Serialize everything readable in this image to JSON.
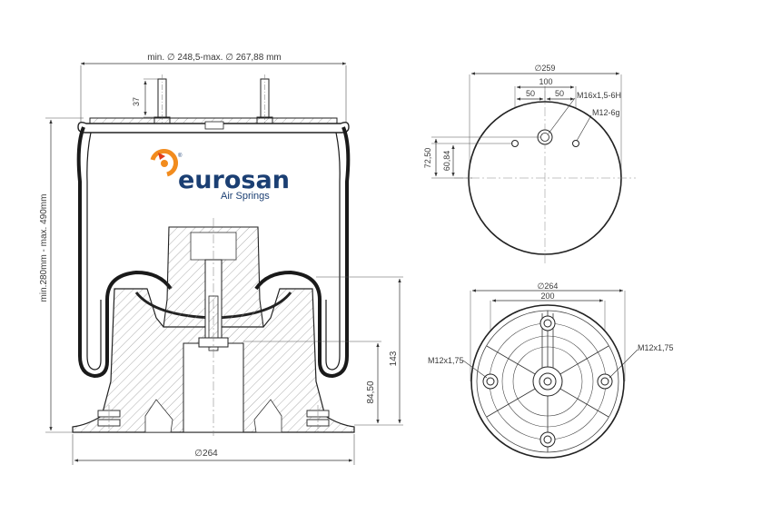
{
  "brand": {
    "name": "eurosan",
    "tagline": "Air Springs",
    "registered": "®",
    "accent": "#f28c1e",
    "primary": "#1b3f73"
  },
  "side_view": {
    "top_diameter": "min. ∅ 248,5-max. ∅ 267,88 mm",
    "stud_height": "37",
    "height_range": "min.280mm - max. 490mm",
    "piston_height": "143",
    "base_height": "84,50",
    "base_diameter": "∅264"
  },
  "top_view": {
    "diameter": "∅259",
    "spacing_total": "100",
    "spacing_left": "50",
    "spacing_right": "50",
    "thread_center": "M16x1,5-6H",
    "thread_side": "M12-6g",
    "offset_outer": "72,50",
    "offset_inner": "60,84"
  },
  "bottom_view": {
    "diameter": "∅264",
    "bolt_spacing": "200",
    "thread_left": "M12x1,75",
    "thread_right": "M12x1,75"
  }
}
